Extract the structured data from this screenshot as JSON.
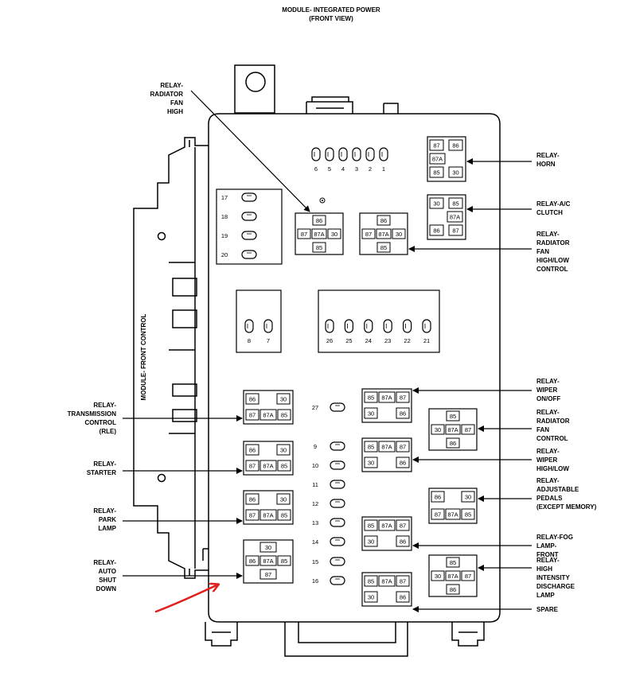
{
  "title": {
    "line1": "MODULE- INTEGRATED POWER",
    "line2": "(FRONT VIEW)"
  },
  "side_label": "MODULE- FRONT CONTROL",
  "fuses_top": [
    "6",
    "5",
    "4",
    "3",
    "2",
    "1"
  ],
  "fuses_left": [
    "17",
    "18",
    "19",
    "20"
  ],
  "fuses_mid_pair": [
    "8",
    "7"
  ],
  "fuses_mid_row": [
    "26",
    "25",
    "24",
    "23",
    "22",
    "21"
  ],
  "fuses_center": [
    "27",
    "9",
    "10",
    "11",
    "12",
    "13",
    "14",
    "15",
    "16"
  ],
  "relay_pins": {
    "p85": "85",
    "p86": "86",
    "p87": "87",
    "p87a": "87A",
    "p30": "30"
  },
  "labels_left": {
    "radiator_fan_high": [
      "RELAY-",
      "RADIATOR",
      "FAN",
      "HIGH"
    ],
    "transmission_control": [
      "RELAY-",
      "TRANSMISSION",
      "CONTROL",
      "(RLE)"
    ],
    "starter": [
      "RELAY-",
      "STARTER"
    ],
    "park_lamp": [
      "RELAY-",
      "PARK",
      "LAMP"
    ],
    "auto_shut_down": [
      "RELAY-",
      "AUTO",
      "SHUT",
      "DOWN"
    ]
  },
  "labels_right": {
    "horn": [
      "RELAY-",
      "HORN"
    ],
    "ac_clutch": [
      "RELAY-A/C",
      "CLUTCH"
    ],
    "radiator_fan_high_low_control": [
      "RELAY-",
      "RADIATOR",
      "FAN",
      "HIGH/LOW",
      "CONTROL"
    ],
    "wiper_on_off": [
      "RELAY-",
      "WIPER",
      "ON/OFF"
    ],
    "radiator_fan_control": [
      "RELAY-",
      "RADIATOR",
      "FAN",
      "CONTROL"
    ],
    "wiper_high_low": [
      "RELAY-",
      "WIPER",
      "HIGH/LOW"
    ],
    "adjustable_pedals": [
      "RELAY-",
      "ADJUSTABLE",
      "PEDALS",
      "(EXCEPT MEMORY)"
    ],
    "fog_lamp_front": [
      "RELAY-FOG",
      "LAMP-",
      "FRONT"
    ],
    "hid_lamp": [
      "RELAY-",
      "HIGH",
      "INTENSITY",
      "DISCHARGE",
      "LAMP"
    ],
    "spare": [
      "SPARE"
    ]
  },
  "colors": {
    "line": "#000000",
    "annotation_arrow": "#e0201c",
    "background": "#ffffff"
  }
}
